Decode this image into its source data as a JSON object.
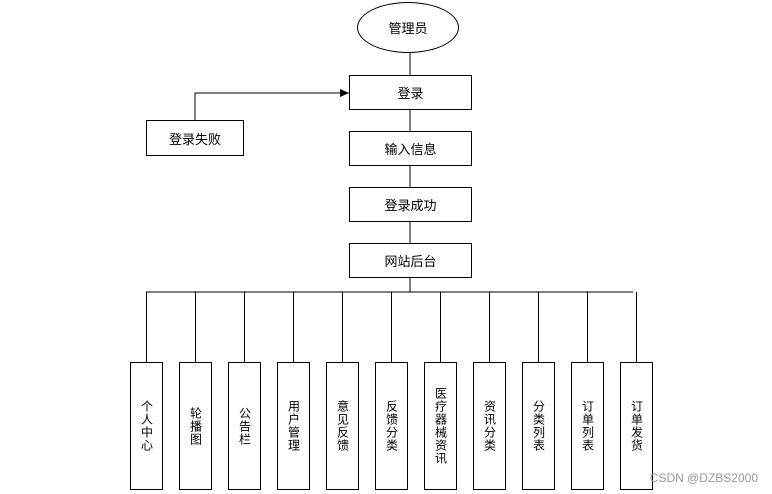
{
  "flow": {
    "actor": "管理员",
    "login": "登录",
    "login_fail": "登录失败",
    "input_info": "输入信息",
    "login_success": "登录成功",
    "backend": "网站后台"
  },
  "modules": [
    {
      "label": "个人中心"
    },
    {
      "label": "轮播图"
    },
    {
      "label": "公告栏"
    },
    {
      "label": "用户管理"
    },
    {
      "label": "意见反馈"
    },
    {
      "label": "反馈分类"
    },
    {
      "label": "医疗器械资讯"
    },
    {
      "label": "资讯分类"
    },
    {
      "label": "分类列表"
    },
    {
      "label": "订单列表"
    },
    {
      "label": "订单发货"
    }
  ],
  "watermark": "CSDN @DZBS2000"
}
